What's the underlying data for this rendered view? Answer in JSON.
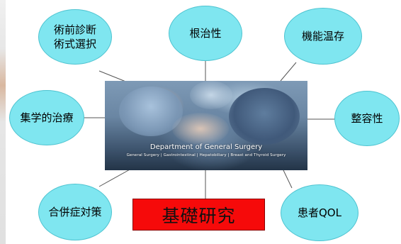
{
  "nodes": {
    "top_left": {
      "line1": "術前診断",
      "line2": "術式選択"
    },
    "top_center": "根治性",
    "top_right": "機能温存",
    "middle_left": "集学的治療",
    "middle_right": "整容性",
    "bottom_left": "合併症対策",
    "bottom_right": "患者QOL"
  },
  "center": {
    "label": "基礎研究",
    "photo_title": "Department of General Surgery",
    "photo_subtitle": "General Surgery | Gastrointestinal | Hepatobiliary | Breast and Thyroid Surgery"
  },
  "colors": {
    "bubble_fill": "#7fe6f0",
    "bubble_border": "#4ec3d0",
    "center_box": "#f60a0a",
    "connector": "#555555"
  }
}
